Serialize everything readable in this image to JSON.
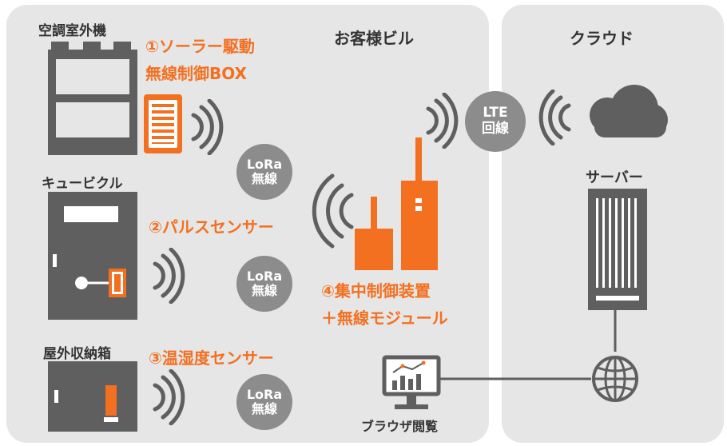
{
  "colors": {
    "orange": "#f37021",
    "dark_gray": "#5f5f5f",
    "mid_gray": "#8c8c8c",
    "panel_gray": "#e6e6e6"
  },
  "panels": {
    "customer_building": "お客様ビル",
    "cloud": "クラウド"
  },
  "equipment": {
    "ac_outdoor_unit": "空調室外機",
    "cubicle": "キュービクル",
    "outdoor_cabinet": "屋外収納箱"
  },
  "devices": {
    "solar_box_line1": "①ソーラー駆動",
    "solar_box_line2": "無線制御BOX",
    "pulse_sensor": "②パルスセンサー",
    "temp_humidity_sensor": "③温湿度センサー",
    "controller_line1": "④集中制御装置",
    "controller_line2": "＋無線モジュール"
  },
  "links": {
    "lora": {
      "line1": "LoRa",
      "line2": "無線"
    },
    "lte": {
      "line1": "LTE",
      "line2": "回線"
    }
  },
  "server": "サーバー",
  "browser": "ブラウザ閲覧",
  "icons": [
    "cloud-icon",
    "server-icon",
    "globe-icon",
    "monitor-chart-icon",
    "wireless-wave-icon"
  ]
}
